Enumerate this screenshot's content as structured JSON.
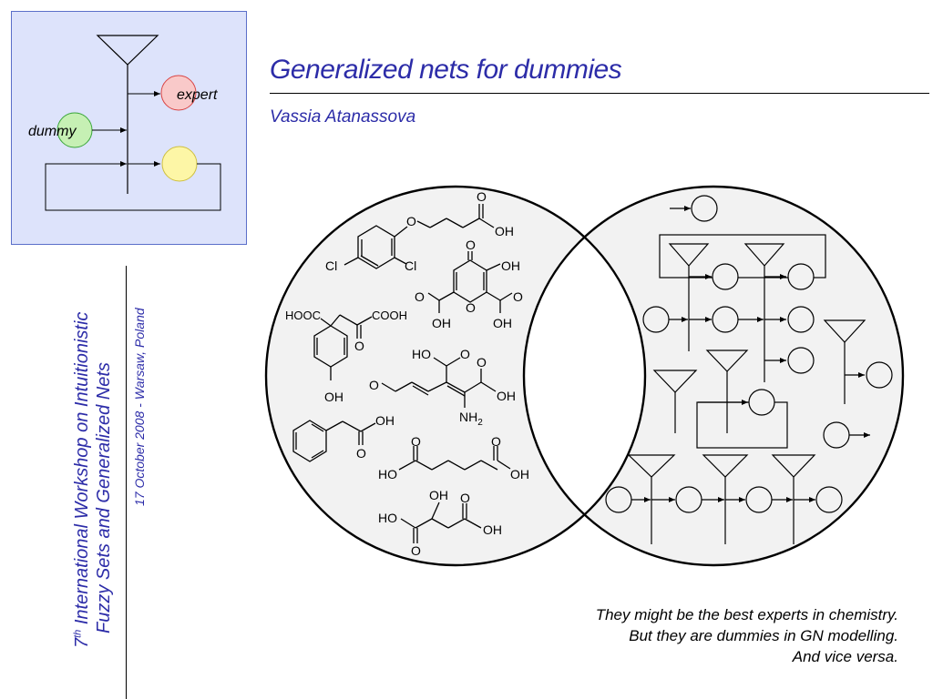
{
  "logo": {
    "dummy_label": "dummy",
    "expert_label": "expert"
  },
  "title": "Generalized nets for dummies",
  "author": "Vassia Atanassova",
  "conference": {
    "line1_prefix": "7",
    "line1_sup": "th",
    "line1_rest": " International Workshop on Intuitionistic",
    "line2": "Fuzzy Sets and Generalized Nets"
  },
  "date_location": "17 October 2008 - Warsaw, Poland",
  "chemistry": {
    "cl_1": "Cl",
    "cl_2": "Cl",
    "o_1": "O",
    "o_carbonyl_1": "O",
    "oh_1": "OH",
    "o_pyrone_top": "O",
    "oh_pyrone": "OH",
    "o_pyrone_left": "O",
    "o_pyrone_ring": "O",
    "o_pyrone_right": "O",
    "oh_pyrone_left": "OH",
    "oh_pyrone_right": "OH",
    "hooc": "HOOC",
    "cooh": "COOH",
    "o_keto": "O",
    "oh_ring": "OH",
    "ho_acid": "HO",
    "o_acid": "O",
    "o_aldehyde": "O",
    "o_acid2": "O",
    "oh_acid2": "OH",
    "nh2": "NH",
    "nh2_sub": "2",
    "oh_phenyl": "OH",
    "o_phenyl": "O",
    "o_glut_1": "O",
    "o_glut_2": "O",
    "ho_glut": "HO",
    "oh_glut": "OH",
    "oh_malic_top": "OH",
    "o_malic_top": "O",
    "ho_malic": "HO",
    "oh_malic": "OH",
    "o_malic_bottom": "O"
  },
  "caption": {
    "line1": "They might be the best experts in chemistry.",
    "line2": "But they are dummies in GN modelling.",
    "line3": "And vice versa."
  },
  "colors": {
    "accent": "#2c2ca8",
    "logo_bg": "#dde3fb",
    "logo_border": "#5b6fc9",
    "expert_fill": "#f9c9c9",
    "dummy_fill": "#c6f0b4",
    "token_fill": "#fdf6a6",
    "circle_fill": "#f2f2f2"
  }
}
